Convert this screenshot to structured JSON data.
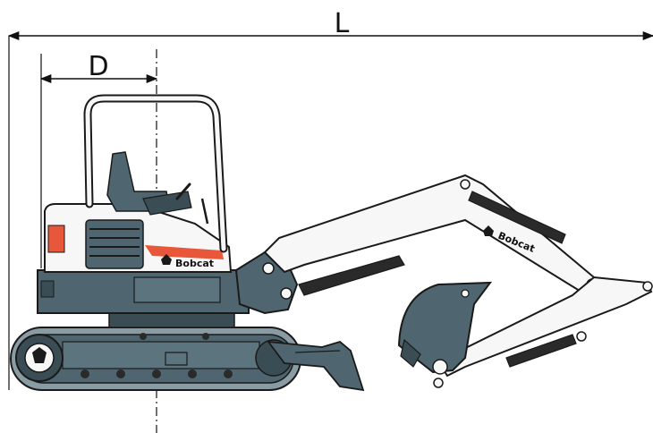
{
  "dimensions": {
    "overall_length_label": "L",
    "rear_swing_label": "D"
  },
  "branding": {
    "cab_logo_text": "Bobcat",
    "arm_logo_text": "Bobcat"
  },
  "colors": {
    "body": "#4f6670",
    "body_dark": "#3a4d55",
    "accent": "#e8573a",
    "outline": "#1a1a1a",
    "panel_white": "#f7f7f7",
    "cylinder": "#2a2a2a"
  }
}
